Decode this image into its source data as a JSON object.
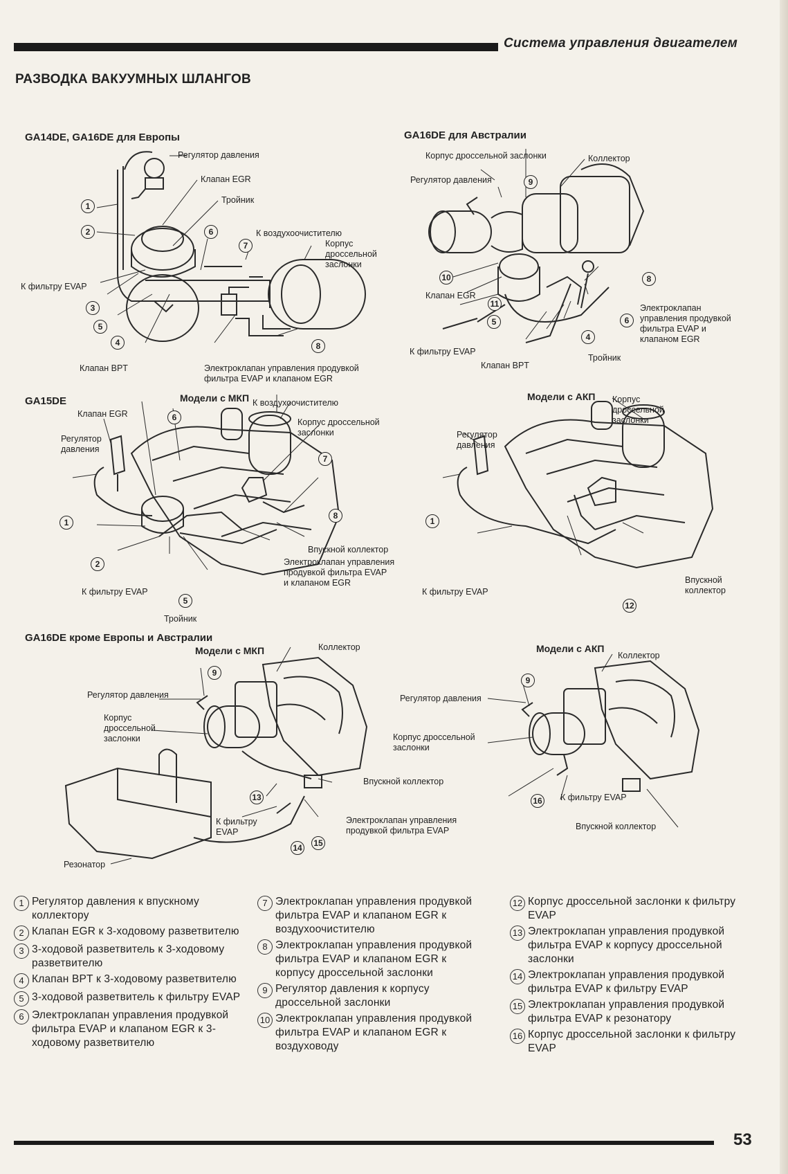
{
  "header": {
    "title": "Система управления двигателем"
  },
  "section_title": "РАЗВОДКА ВАКУУМНЫХ ШЛАНГОВ",
  "diagrams": {
    "europe": {
      "title": "GA14DE, GA16DE для Европы",
      "labels": {
        "pressure_reg": "Регулятор давления",
        "egr_valve": "Клапан EGR",
        "tee": "Тройник",
        "to_air_cleaner": "К воздухоочистителю",
        "throttle_body": "Корпус дроссельной\nзаслонки",
        "to_evap": "К фильтру EVAP",
        "bpt_valve": "Клапан BPT",
        "solenoid": "Электроклапан управления продувкой\nфильтра EVAP и клапаном EGR"
      },
      "nums": [
        "1",
        "2",
        "3",
        "4",
        "5",
        "6",
        "7",
        "8"
      ]
    },
    "australia": {
      "title": "GA16DE для Австралии",
      "labels": {
        "throttle_body": "Корпус дроссельной заслонки",
        "collector": "Коллектор",
        "pressure_reg": "Регулятор давления",
        "egr_valve": "Клапан EGR",
        "solenoid": "Электроклапан\nуправления продувкой\nфильтра EVAP и\nклапаном EGR",
        "to_evap": "К фильтру EVAP",
        "bpt_valve": "Клапан BPT",
        "tee": "Тройник"
      },
      "nums": [
        "9",
        "10",
        "11",
        "5",
        "4",
        "6",
        "8"
      ]
    },
    "ga15_mt": {
      "title": "GA15DE",
      "subtitle": "Модели с МКП",
      "labels": {
        "to_air_cleaner": "К воздухоочистителю",
        "egr_valve": "Клапан EGR",
        "throttle_body": "Корпус дроссельной\nзаслонки",
        "pressure_reg": "Регулятор\nдавления",
        "intake": "Впускной коллектор",
        "solenoid": "Электроклапан управления\nпродувкой фильтра EVAP\nи клапаном EGR",
        "to_evap": "К фильтру EVAP",
        "tee": "Тройник"
      },
      "nums": [
        "6",
        "7",
        "1",
        "8",
        "2",
        "5"
      ]
    },
    "ga15_at": {
      "subtitle": "Модели с АКП",
      "labels": {
        "throttle_body": "Корпус\nдроссельной\nзаслонки",
        "pressure_reg": "Регулятор\nдавления",
        "to_evap": "К фильтру EVAP",
        "intake": "Впускной\nколлектор"
      },
      "nums": [
        "1",
        "12"
      ]
    },
    "other_mt": {
      "title": "GA16DE кроме Европы и Австралии",
      "subtitle": "Модели с МКП",
      "labels": {
        "collector": "Коллектор",
        "pressure_reg": "Регулятор давления",
        "throttle_body": "Корпус\nдроссельной\nзаслонки",
        "intake": "Впускной коллектор",
        "to_evap": "К фильтру\nEVAP",
        "solenoid": "Электроклапан управления\nпродувкой фильтра EVAP",
        "resonator": "Резонатор"
      },
      "nums": [
        "9",
        "13",
        "14",
        "15"
      ]
    },
    "other_at": {
      "subtitle": "Модели с АКП",
      "labels": {
        "collector": "Коллектор",
        "pressure_reg": "Регулятор давления",
        "throttle_body": "Корпус дроссельной\nзаслонки",
        "to_evap": "К фильтру EVAP",
        "intake": "Впускной коллектор"
      },
      "nums": [
        "9",
        "16"
      ]
    }
  },
  "legend": {
    "col1": [
      {
        "num": "1",
        "text": "Регулятор давления к впускному коллектору"
      },
      {
        "num": "2",
        "text": "Клапан EGR к 3-ходовому разветвителю"
      },
      {
        "num": "3",
        "text": "3-ходовой разветвитель к 3-ходовому разветвителю"
      },
      {
        "num": "4",
        "text": "Клапан BPT к 3-ходовому разветвителю"
      },
      {
        "num": "5",
        "text": "3-ходовой разветвитель к фильтру EVAP"
      },
      {
        "num": "6",
        "text": "Электроклапан управления продувкой фильтра EVAP и клапаном EGR к 3-ходовому разветвителю"
      }
    ],
    "col2": [
      {
        "num": "7",
        "text": "Электроклапан управления продувкой фильтра EVAP и клапаном EGR к воздухоочистителю"
      },
      {
        "num": "8",
        "text": "Электроклапан управления продувкой фильтра EVAP и клапаном EGR к корпусу дроссельной заслонки"
      },
      {
        "num": "9",
        "text": "Регулятор давления к корпусу дроссельной заслонки"
      },
      {
        "num": "10",
        "text": "Электроклапан управления продувкой фильтра EVAP и клапаном EGR к воздуховоду"
      }
    ],
    "col3": [
      {
        "num": "12",
        "text": "Корпус дроссельной заслонки к фильтру EVAP"
      },
      {
        "num": "13",
        "text": "Электроклапан управления продувкой фильтра EVAP к корпусу дроссельной заслонки"
      },
      {
        "num": "14",
        "text": "Электроклапан управления продувкой фильтра EVAP к фильтру EVAP"
      },
      {
        "num": "15",
        "text": "Электроклапан управления продувкой фильтра EVAP к резонатору"
      },
      {
        "num": "16",
        "text": "Корпус дроссельной заслонки к фильтру EVAP"
      }
    ]
  },
  "page_number": "53"
}
